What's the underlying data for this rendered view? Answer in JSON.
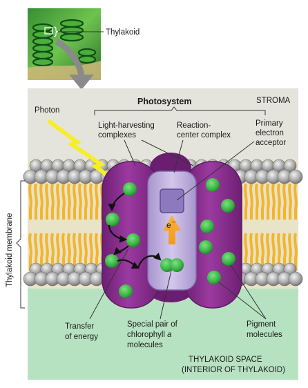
{
  "labels": {
    "thylakoid": "Thylakoid",
    "photosystem": "Photosystem",
    "stroma": "STROMA",
    "photon": "Photon",
    "light_harvesting_1": "Light-harvesting",
    "light_harvesting_2": "complexes",
    "reaction_center_1": "Reaction-",
    "reaction_center_2": "center complex",
    "primary_acceptor_1": "Primary",
    "primary_acceptor_2": "electron",
    "primary_acceptor_3": "acceptor",
    "thylakoid_membrane": "Thylakoid membrane",
    "electron": "e",
    "electron_sup": "–",
    "transfer_1": "Transfer",
    "transfer_2": "of energy",
    "special_pair_1": "Special pair of",
    "special_pair_2a": "chlorophyll ",
    "special_pair_2b": "a",
    "special_pair_3": "molecules",
    "pigment_1": "Pigment",
    "pigment_2": "molecules",
    "space_1": "THYLAKOID SPACE",
    "space_2": "(INTERIOR OF THYLAKOID)"
  },
  "colors": {
    "stroma_bg": "#e4e4dc",
    "thylakoid_space": "#b7e2c2",
    "lipid_head": "#9c9c9c",
    "lipid_tail": "#f2b52c",
    "complex_purple": "#8a2f8e",
    "reaction_center": "#b7a5d8",
    "chlorophyll": "#3dba48",
    "photon": "#f7ee25",
    "arrow_gray": "#8a8a8a"
  }
}
